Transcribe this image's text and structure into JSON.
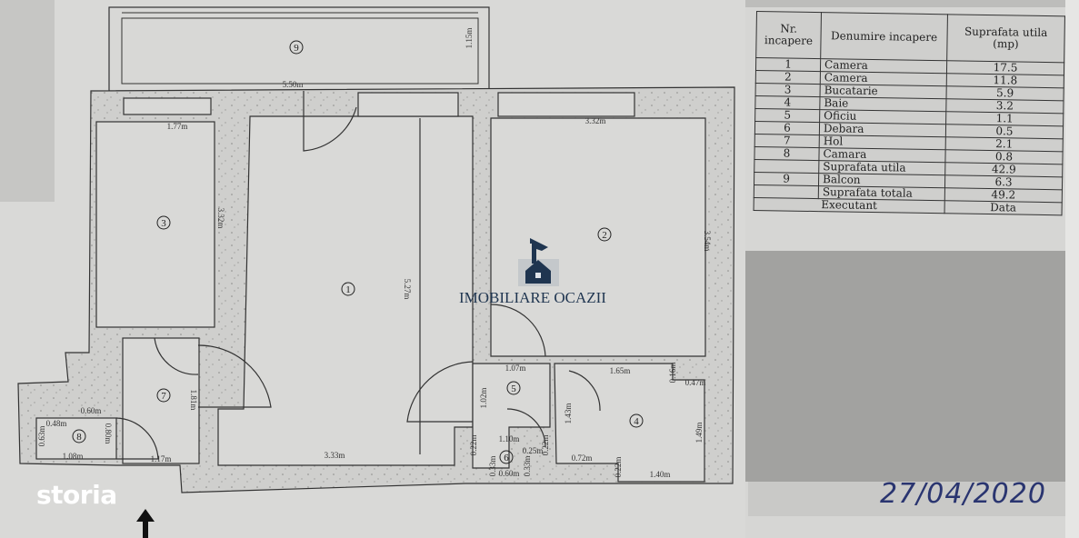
{
  "plan": {
    "room_numbers": [
      "1",
      "2",
      "3",
      "4",
      "5",
      "6",
      "7",
      "8",
      "9"
    ],
    "dimensions": {
      "balcony_width": "5.50m",
      "balcony_depth": "1.15m",
      "kitchen_width": "1.77m",
      "kitchen_length": "3.32m",
      "room1_length": "5.27m",
      "room1_width": "3.33m",
      "room2_width": "3.32m",
      "room2_length": "3.54m",
      "hall_length": "1.81m",
      "hall_width": "1.17m",
      "pantry_width": "1.08m",
      "pantry_a": "0.48m",
      "pantry_b": "0.60m",
      "pantry_c": "0.63m",
      "pantry_d": "0.80m",
      "office_width": "1.07m",
      "office_length": "1.02m",
      "bath_top": "1.65m",
      "bath_a": "0.16m",
      "bath_b": "0.47m",
      "bath_c": "1.43m",
      "bath_d": "1.49m",
      "bath_e": "0.72m",
      "bath_f": "0.22m",
      "bath_bottom": "1.40m",
      "closet_a": "1.10m",
      "closet_b": "0.25m",
      "closet_c": "0.33m",
      "closet_d": "0.60m",
      "closet_e": "0.33m",
      "closet_f": "0.22m",
      "closet_g": "0.22m"
    }
  },
  "table": {
    "headers": [
      "Nr. incapere",
      "Denumire incapere",
      "Suprafata utila (mp)"
    ],
    "rows": [
      {
        "nr": "1",
        "name": "Camera",
        "area": "17.5"
      },
      {
        "nr": "2",
        "name": "Camera",
        "area": "11.8"
      },
      {
        "nr": "3",
        "name": "Bucatarie",
        "area": "5.9"
      },
      {
        "nr": "4",
        "name": "Baie",
        "area": "3.2"
      },
      {
        "nr": "5",
        "name": "Oficiu",
        "area": "1.1"
      },
      {
        "nr": "6",
        "name": "Debara",
        "area": "0.5"
      },
      {
        "nr": "7",
        "name": "Hol",
        "area": "2.1"
      },
      {
        "nr": "8",
        "name": "Camara",
        "area": "0.8"
      }
    ],
    "useful_label": "Suprafata utila",
    "useful_value": "42.9",
    "balcony": {
      "nr": "9",
      "name": "Balcon",
      "area": "6.3"
    },
    "total_label": "Suprafata totala",
    "total_value": "49.2",
    "executant_label": "Executant",
    "date_label": "Data"
  },
  "handwritten_date": "27/04/2020",
  "watermark": {
    "text": "IMOBILIARE OCAZII",
    "color": "#1f3550"
  },
  "logo": {
    "text": "storia",
    "color": "#ffffff"
  },
  "entrance_arrow_icon": "arrow-up-icon"
}
